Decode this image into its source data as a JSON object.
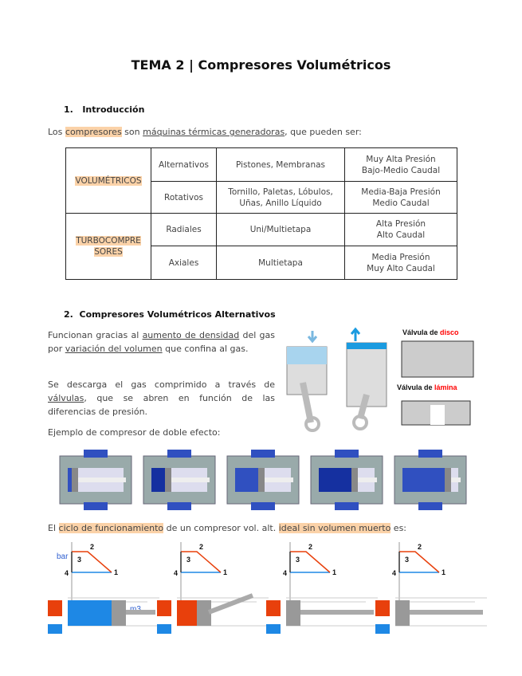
{
  "title": "TEMA 2 | Compresores Volumétricos",
  "section1": {
    "heading_num": "1.",
    "heading": "Introducción",
    "intro": {
      "pre": "Los ",
      "hl": "compresores",
      "mid": " son ",
      "ul": "máquinas térmicas generadoras",
      "post": ", que pueden ser:"
    }
  },
  "table": {
    "groups": [
      {
        "name": "VOLUMÉTRICOS",
        "rows": [
          {
            "type": "Alternativos",
            "examples": [
              "Pistones, Membranas"
            ],
            "props": [
              "Muy Alta Presión",
              "Bajo-Medio Caudal"
            ]
          },
          {
            "type": "Rotativos",
            "examples": [
              "Tornillo, Paletas, Lóbulos,",
              "Uñas, Anillo Líquido"
            ],
            "props": [
              "Media-Baja Presión",
              "Medio Caudal"
            ]
          }
        ]
      },
      {
        "name": "TURBOCOMPRESORES",
        "name_lines": [
          "TURBOCOMPRE",
          "SORES"
        ],
        "rows": [
          {
            "type": "Radiales",
            "examples": [
              "Uni/Multietapa"
            ],
            "props": [
              "Alta Presión",
              "Alto Caudal"
            ]
          },
          {
            "type": "Axiales",
            "examples": [
              "Multietapa"
            ],
            "props": [
              "Media Presión",
              "Muy Alto Caudal"
            ]
          }
        ]
      }
    ]
  },
  "section2": {
    "heading_num": "2.",
    "heading": "Compresores Volumétricos Alternativos",
    "p1": {
      "a": "Funcionan gracias al ",
      "u1": "aumento de densidad",
      "b": " del gas por ",
      "u2": "variación del volumen",
      "c": " que confina al gas."
    },
    "p2": {
      "a": "Se descarga el gas comprimido a través de ",
      "u1": "válvulas",
      "b": ", que se abren en función de las diferencias de presión."
    },
    "p3": "Ejemplo de compresor de doble efecto:",
    "valves": {
      "disc_prefix": "Válvula de ",
      "disc_word": "disco",
      "reed_prefix": "Válvula de ",
      "reed_word": "lámina"
    },
    "p4": {
      "a": "El ",
      "hl1": "ciclo de funcionamiento",
      "b": " de un compresor vol. alt. ",
      "hl2": "ideal sin volumen muerto",
      "c": " es:"
    },
    "diagram_labels": {
      "unit_p": "bar",
      "unit_v": "m3",
      "points": [
        "1",
        "2",
        "3",
        "4"
      ]
    }
  },
  "colors": {
    "highlight": "#fbd2a8",
    "blue": "#1e88e5",
    "orange": "#e8400c",
    "red": "#ff0000"
  }
}
